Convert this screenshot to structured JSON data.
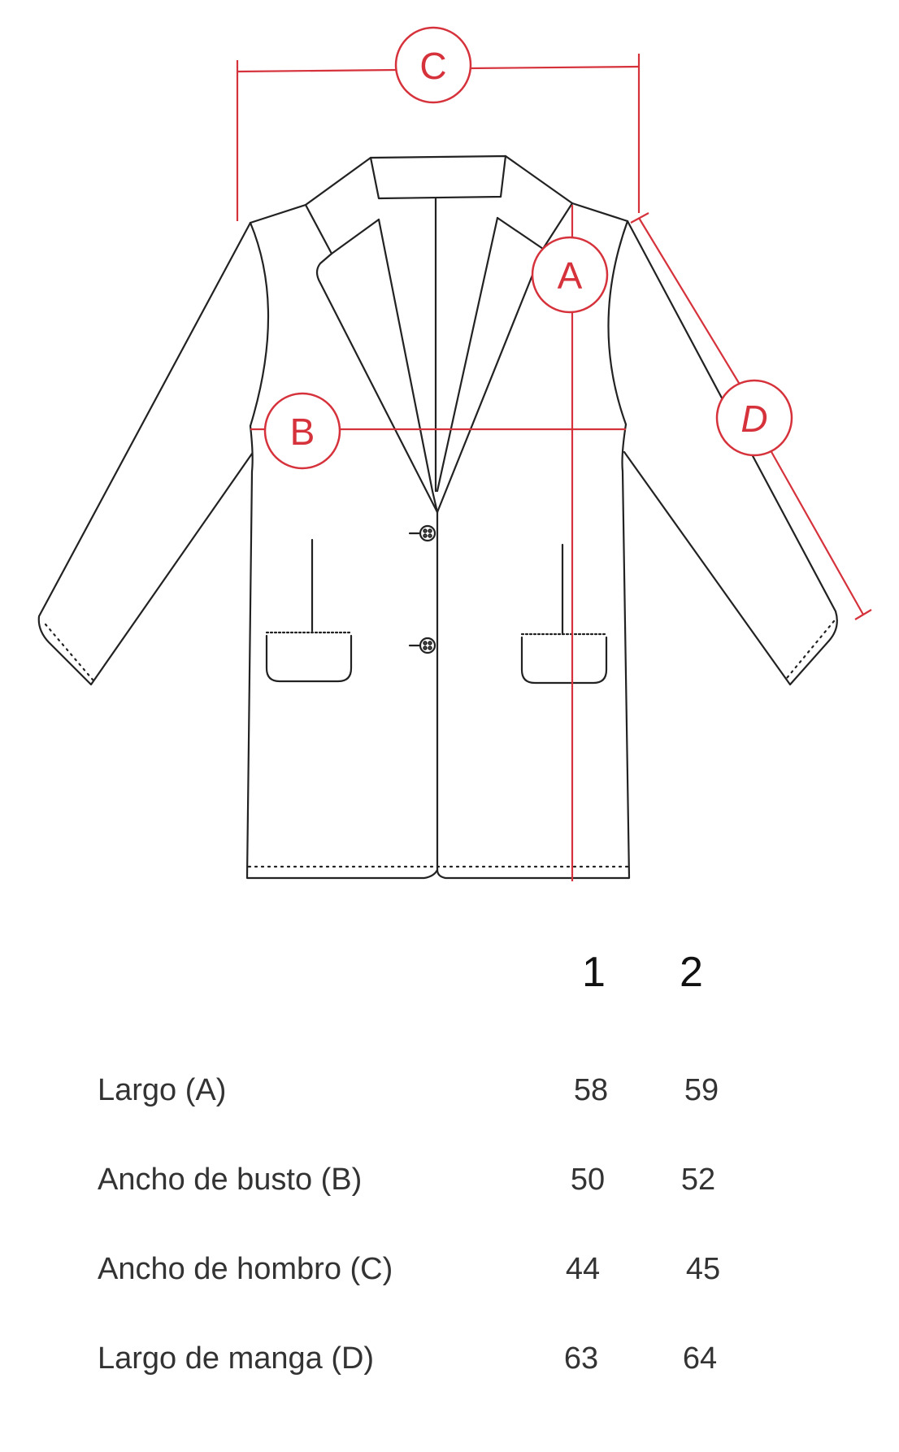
{
  "diagram": {
    "garment": "blazer",
    "measure_color": "#d6323b",
    "outline_color": "#222222",
    "markers": [
      {
        "letter": "A",
        "meaning": "Largo"
      },
      {
        "letter": "B",
        "meaning": "Ancho de busto"
      },
      {
        "letter": "C",
        "meaning": "Ancho de hombro"
      },
      {
        "letter": "D",
        "meaning": "Largo de manga"
      }
    ]
  },
  "size_table": {
    "sizes": [
      "1",
      "2"
    ],
    "rows": [
      {
        "label": "Largo (A)",
        "values": [
          "58",
          "59"
        ]
      },
      {
        "label": "Ancho de busto (B)",
        "values": [
          "50",
          "52"
        ]
      },
      {
        "label": "Ancho de hombro (C)",
        "values": [
          "44",
          "45"
        ]
      },
      {
        "label": "Largo de manga (D)",
        "values": [
          "63",
          "64"
        ]
      }
    ]
  }
}
